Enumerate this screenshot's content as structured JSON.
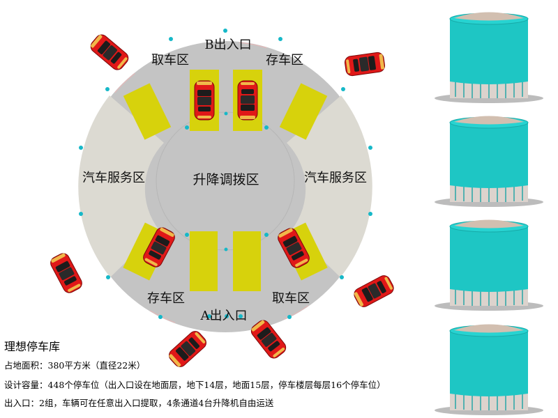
{
  "diagram": {
    "zones": {
      "entrance_b": "B出入口",
      "entrance_a": "A出入口",
      "pickup_top": "取车区",
      "store_top": "存车区",
      "store_bottom": "存车区",
      "pickup_bottom": "取车区",
      "service_left": "汽车服务区",
      "service_right": "汽车服务区",
      "hub": "升降调拨区"
    },
    "colors": {
      "outer_ring": "#c4c4c4",
      "service_area": "#dcdad2",
      "hub": "#c4c4c4",
      "parking_pad": "#d7d20c",
      "car_body": "#e01818",
      "tower_body": "#1ec6c4",
      "tower_roof": "#d2bfb0",
      "marker_dot": "#16b8c8"
    },
    "towers": 4,
    "icons": [
      "car-icon",
      "parking-tower-icon"
    ]
  },
  "info": {
    "title": "理想停车库",
    "line1": "占地面积：380平方米（直径22米）",
    "line2": "设计容量：448个停车位（出入口设在地面层，地下14层，地面15层，停车楼层每层16个停车位）",
    "line3": "出入口：2组，车辆可在任意出入口提取，4条通道4台升降机自由运送"
  }
}
